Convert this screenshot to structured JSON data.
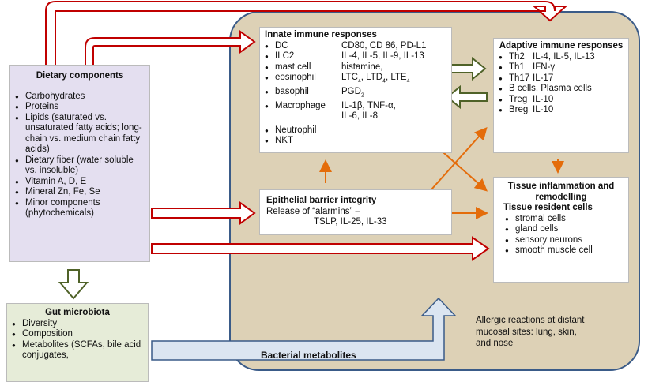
{
  "dietary": {
    "title": "Dietary components",
    "items": [
      "Carbohydrates",
      "Proteins",
      "Lipids (saturated vs. unsaturated fatty acids; long-chain vs. medium chain fatty acids)",
      "Dietary fiber (water soluble vs. insoluble)",
      "Vitamin A, D, E",
      "Mineral Zn, Fe, Se",
      "Minor components (phytochemicals)"
    ]
  },
  "gut": {
    "title": "Gut microbiota",
    "items": [
      "Diversity",
      "Composition",
      "Metabolites (SCFAs, bile acid conjugates,"
    ]
  },
  "innate": {
    "title": "Innate immune responses",
    "rows": [
      {
        "cell": "DC",
        "value": "CD80, CD 86, PD-L1"
      },
      {
        "cell": "ILC2",
        "value": "IL-4, IL-5, IL-9, IL-13"
      },
      {
        "cell": "mast cell",
        "value": "histamine,"
      },
      {
        "cell": "eosinophil",
        "value": "LTC4, LTD4, LTE4"
      },
      {
        "cell": "basophil",
        "value": "PGD2"
      },
      {
        "cell": "Macrophage",
        "value": "IL-1β, TNF-α,"
      },
      {
        "cell": "",
        "value": "IL-6, IL-8"
      },
      {
        "cell": "Neutrophil",
        "value": ""
      },
      {
        "cell": "NKT",
        "value": ""
      }
    ]
  },
  "epithelial": {
    "title": "Epithelial barrier integrity",
    "line1": "Release of “alarmins” –",
    "line2": "TSLP, IL-25, IL-33"
  },
  "adaptive": {
    "title": "Adaptive immune responses",
    "rows": [
      {
        "cell": "Th2",
        "value": "IL-4, IL-5, IL-13"
      },
      {
        "cell": "Th1",
        "value": "IFN-γ"
      },
      {
        "cell": "Th17",
        "value": "IL-17"
      },
      {
        "cell": "B cells, Plasma cells",
        "value": ""
      },
      {
        "cell": "Treg",
        "value": "IL-10"
      },
      {
        "cell": "Breg",
        "value": "IL-10"
      }
    ]
  },
  "tissue": {
    "title": "Tissue inflammation and remodelling",
    "subtitle": "Tissue resident cells",
    "items": [
      "stromal cells",
      "gland cells",
      "sensory neurons",
      "smooth muscle cell"
    ]
  },
  "allergic": "Allergic reactions at distant mucosal sites: lung, skin, and nose",
  "bacterial": "Bacterial metabolites",
  "colors": {
    "red_arrow": "#c00000",
    "green_arrow": "#4f6228",
    "orange_arrow": "#e46c0a",
    "blue_arrow": "#dbe5f1",
    "panel": "#ddd1b6",
    "dietary_bg": "#e4dff0",
    "gut_bg": "#e6ecd8"
  }
}
